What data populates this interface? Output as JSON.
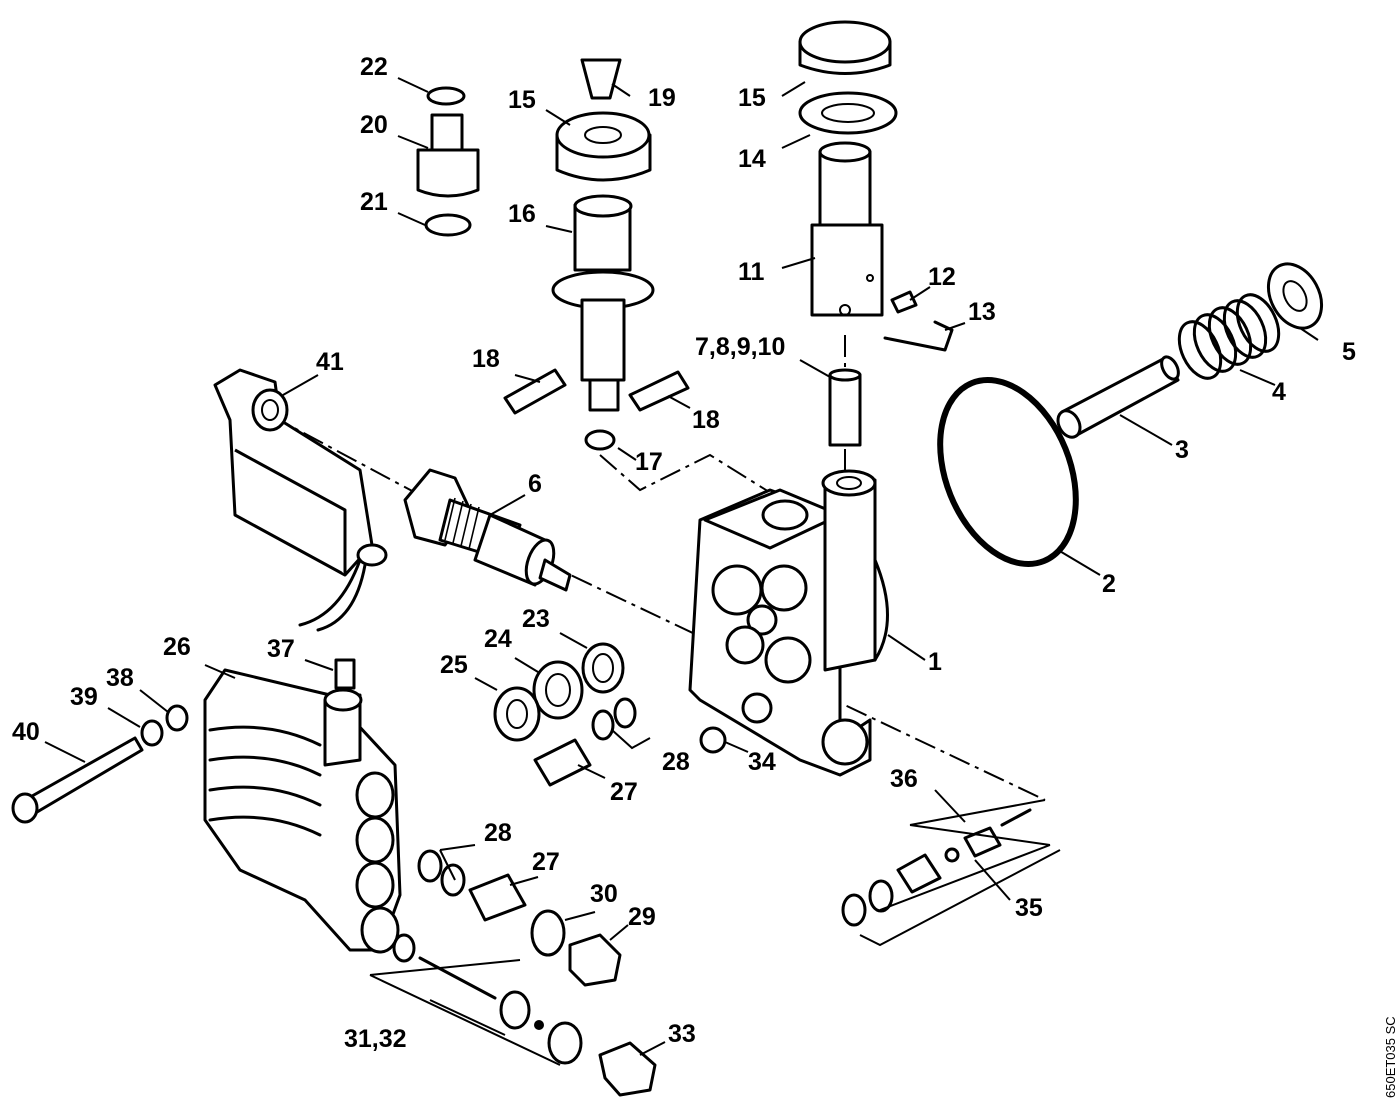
{
  "labels": {
    "p1": "1",
    "p2": "2",
    "p3": "3",
    "p4": "4",
    "p5": "5",
    "p6": "6",
    "p7_10": "7,8,9,10",
    "p11": "11",
    "p12": "12",
    "p13": "13",
    "p14": "14",
    "p15a": "15",
    "p15b": "15",
    "p16": "16",
    "p17": "17",
    "p18a": "18",
    "p18b": "18",
    "p19": "19",
    "p20": "20",
    "p21": "21",
    "p22": "22",
    "p23": "23",
    "p24": "24",
    "p25": "25",
    "p26": "26",
    "p27a": "27",
    "p27b": "27",
    "p28a": "28",
    "p28b": "28",
    "p29": "29",
    "p30": "30",
    "p31_32": "31,32",
    "p33": "33",
    "p34": "34",
    "p35": "35",
    "p36": "36",
    "p37": "37",
    "p38": "38",
    "p39": "39",
    "p40": "40",
    "p41": "41"
  },
  "drawing_code": "650ET035 SC"
}
